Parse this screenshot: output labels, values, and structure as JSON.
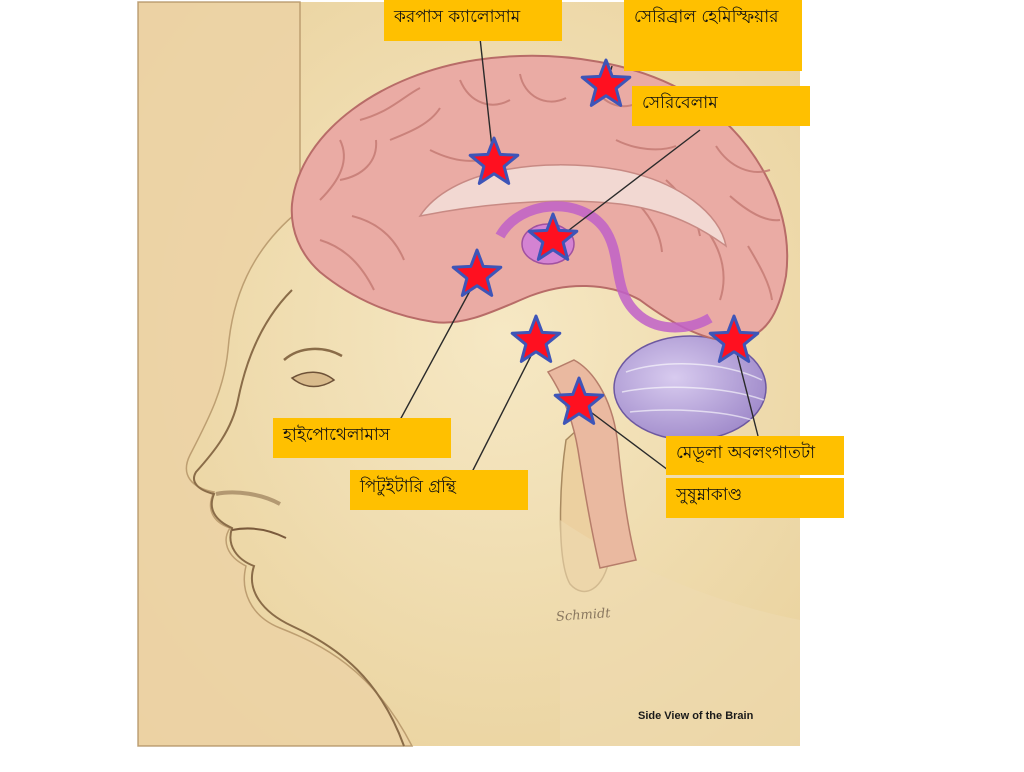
{
  "diagram": {
    "colors": {
      "label_fill": "#ffc000",
      "star_fill": "#ff1020",
      "star_stroke": "#3e55b8",
      "background": "#f1deb1",
      "cerebrum": "#e9a7a3",
      "cerebellum": "#b5a2d8",
      "limbic": "#c060c8"
    },
    "labels": {
      "corpus_callosum": "করপাস ক্যালোসাম",
      "cerebral_hemisphere": "সেরিব্রাল হেমিস্ফিয়ার",
      "cerebellum": "সেরিবেলাম",
      "hypothalamus": "হাইপোথেলামাস",
      "pituitary_gland": "পিটুইটারি গ্রন্থি",
      "medulla_oblongata": "মেডূলা অবলংগাতটা",
      "spinal_cord": "সুষুম্নাকাণ্ড"
    },
    "caption": "Side View of the Brain",
    "signature": "Schmidt"
  }
}
